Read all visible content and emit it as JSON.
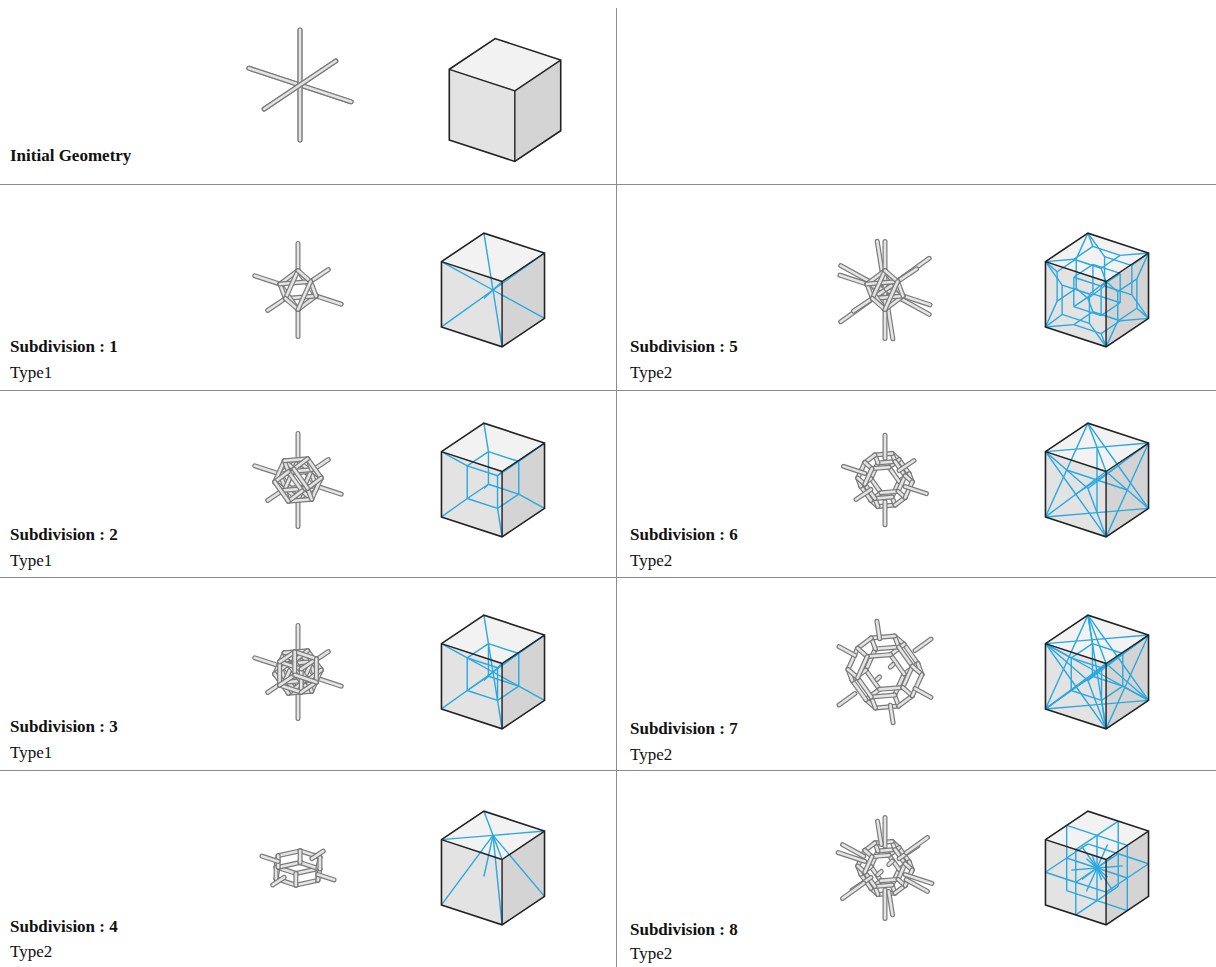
{
  "diagram": {
    "labels": [
      "Initial Geometry",
      "Subdivision : 1",
      "Type1",
      "Subdivision : 5",
      "Type2",
      "Subdivision : 2",
      "Type1",
      "Subdivision : 6",
      "Type2",
      "Subdivision : 3",
      "Type1",
      "Subdivision : 7",
      "Type2",
      "Subdivision : 4",
      "Type2",
      "Subdivision : 8",
      "Type2"
    ]
  }
}
